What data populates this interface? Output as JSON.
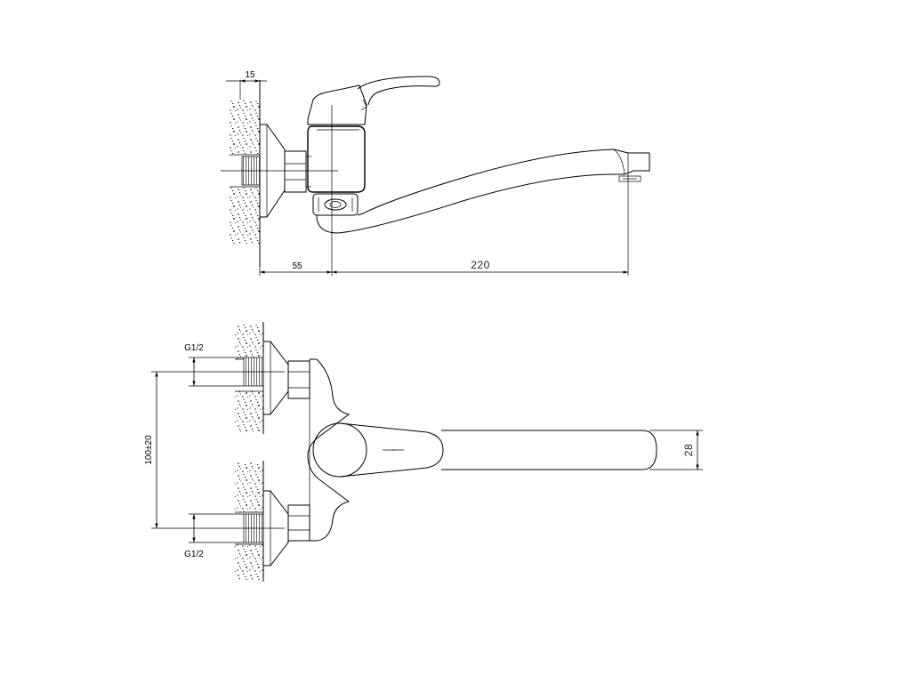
{
  "dimensions": {
    "wall_thickness": "15",
    "wall_to_body": "55",
    "spout_reach": "220",
    "inlet_thread_top": "G1/2",
    "inlet_thread_bottom": "G1/2",
    "inlet_spacing": "100±20",
    "spout_diameter": "28"
  },
  "colors": {
    "line": "#000000",
    "background": "#ffffff"
  }
}
